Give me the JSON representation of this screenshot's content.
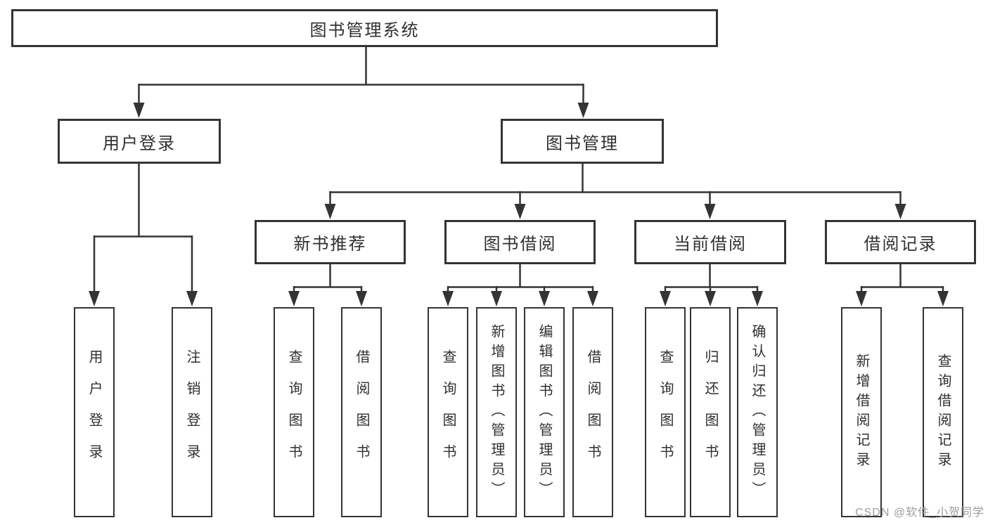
{
  "diagram": {
    "root": {
      "label": "图书管理系统"
    },
    "branches": {
      "user_login": {
        "label": "用户登录",
        "leaves": [
          "用户登录",
          "注销登录"
        ]
      },
      "book_management": {
        "label": "图书管理",
        "sections": {
          "new_book_recommend": {
            "label": "新书推荐",
            "leaves": [
              "查询图书",
              "借阅图书"
            ]
          },
          "book_borrowing": {
            "label": "图书借阅",
            "leaves": [
              "查询图书",
              "新增图书（管理员）",
              "编辑图书（管理员）",
              "借阅图书"
            ]
          },
          "current_borrowing": {
            "label": "当前借阅",
            "leaves": [
              "查询图书",
              "归还图书",
              "确认归还（管理员）"
            ]
          },
          "borrowing_records": {
            "label": "借阅记录",
            "leaves": [
              "新增借阅记录",
              "查询借阅记录"
            ]
          }
        }
      }
    }
  },
  "watermark": {
    "text": "CSDN @软件_小贺同学",
    "color": "#9d9d9d"
  },
  "colors": {
    "line": "#343434",
    "box_border": "#343434",
    "text": "#303030",
    "background": "#ffffff"
  }
}
